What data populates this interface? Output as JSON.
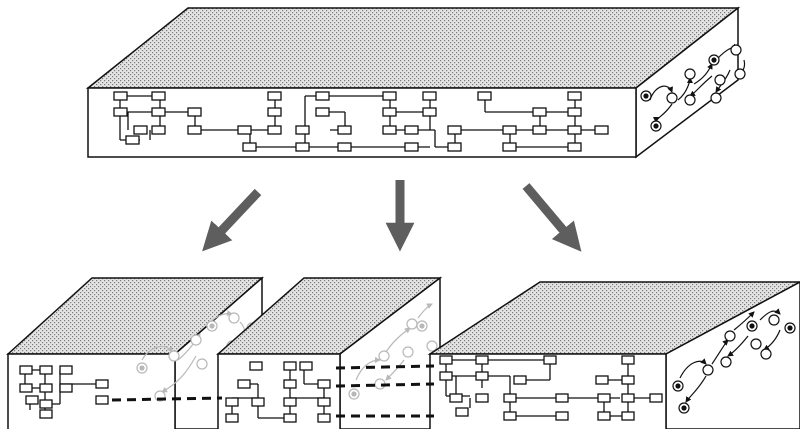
{
  "diagram": {
    "colors": {
      "stroke": "#111111",
      "face": "#ffffff",
      "top_fill": "#e4e4e4",
      "top_stipple": "#7a7a7a",
      "arrow": "#5e5e5e",
      "ghost": "#b8b8b8"
    },
    "blocks": [
      {
        "id": "source-block",
        "role": "original system",
        "side_graph": "state-machine"
      },
      {
        "id": "part-left",
        "role": "partition",
        "side_graph": "state-machine-faded"
      },
      {
        "id": "part-middle",
        "role": "partition",
        "side_graph": "state-machine-faded"
      },
      {
        "id": "part-right",
        "role": "partition",
        "side_graph": "state-machine"
      }
    ],
    "arrows": [
      {
        "from": "source-block",
        "to": "part-left"
      },
      {
        "from": "source-block",
        "to": "part-middle"
      },
      {
        "from": "source-block",
        "to": "part-right"
      }
    ],
    "links": [
      {
        "from": "part-left",
        "to": "part-middle",
        "style": "dashed"
      },
      {
        "from": "part-middle",
        "to": "part-right",
        "style": "dashed"
      },
      {
        "from": "part-middle",
        "to": "part-right",
        "style": "dashed"
      },
      {
        "from": "part-middle",
        "to": "part-right",
        "style": "dashed"
      }
    ]
  }
}
